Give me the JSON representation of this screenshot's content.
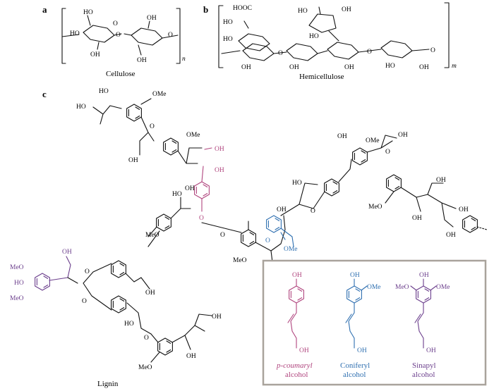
{
  "panels": {
    "a": {
      "label": "a",
      "caption": "Cellulose",
      "repeat": "n"
    },
    "b": {
      "label": "b",
      "caption": "Hemicellulose",
      "repeat": "m"
    },
    "c": {
      "label": "c",
      "caption": "Lignin"
    }
  },
  "atoms": {
    "ho": "HO",
    "oh": "OH",
    "o": "O",
    "ome": "OMe",
    "meo": "MeO",
    "hooc": "HOOC"
  },
  "monomers": [
    {
      "name": "p-coumaryl",
      "suffix": "alcohol",
      "color": "#b0457e"
    },
    {
      "name": "Coniferyl",
      "suffix": "alcohol",
      "color": "#2e6fb0"
    },
    {
      "name": "Sinapyl",
      "suffix": "alcohol",
      "color": "#6b3e8c"
    }
  ],
  "colors": {
    "ink": "#111111",
    "box_border": "#a9a39c",
    "pink": "#b0457e",
    "blue": "#2e6fb0",
    "purple": "#6b3e8c"
  }
}
